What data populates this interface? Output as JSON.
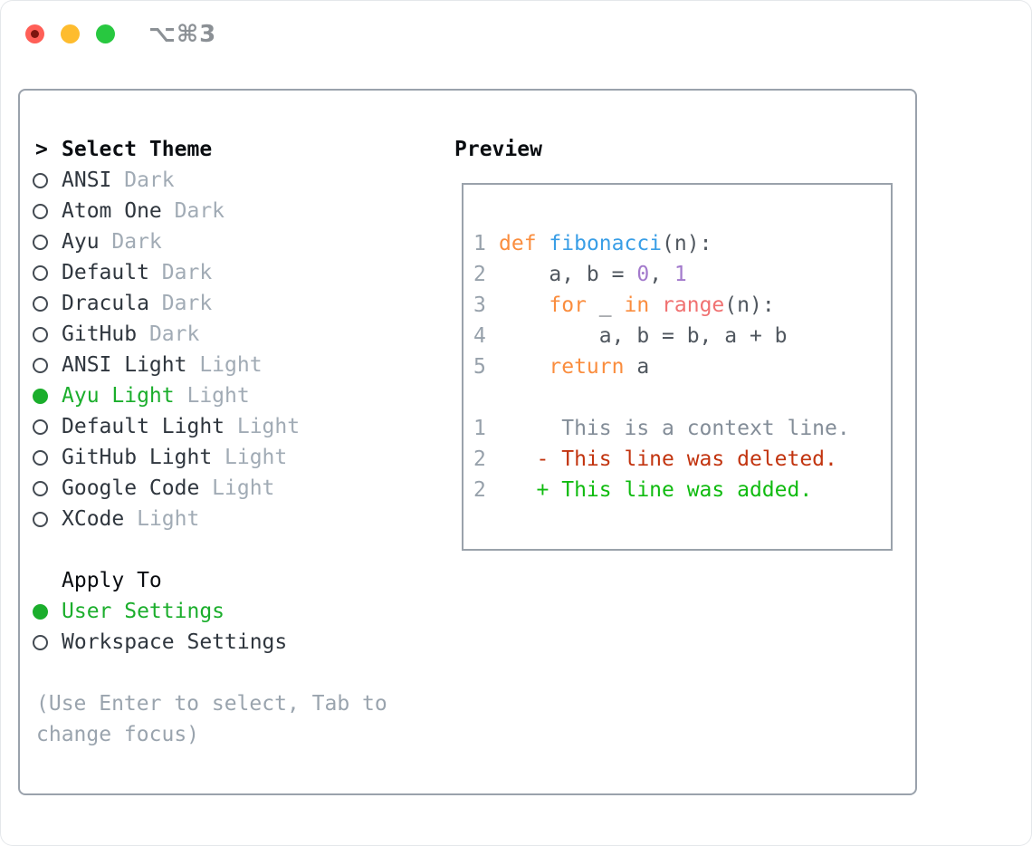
{
  "window": {
    "shortcut": "⌥⌘3"
  },
  "colors": {
    "accent_green": "#1bae2c",
    "panel_border": "#9aa2ac",
    "heading_text": "#0a0d11",
    "list_text": "#2f363e",
    "muted_suffix": "#a1abb5",
    "hint_text": "#9aa4ae",
    "line_number": "#97a1ab",
    "code_plain": "#50575f",
    "keyword_orange": "#fa8d3e",
    "function_blue": "#399ee6",
    "number_purple": "#a37acc",
    "builtin_pink": "#f07171",
    "context_gray": "#838d98",
    "deleted_red": "#c2340f",
    "added_green": "#10bb10",
    "traffic_red": "#ff5f57",
    "traffic_yellow": "#febc2e",
    "traffic_green": "#28c840"
  },
  "theme_panel": {
    "prompt": ">",
    "title": "Select Theme",
    "themes": [
      {
        "name": "ANSI",
        "variant": "Dark",
        "selected": false
      },
      {
        "name": "Atom One",
        "variant": "Dark",
        "selected": false
      },
      {
        "name": "Ayu",
        "variant": "Dark",
        "selected": false
      },
      {
        "name": "Default",
        "variant": "Dark",
        "selected": false
      },
      {
        "name": "Dracula",
        "variant": "Dark",
        "selected": false
      },
      {
        "name": "GitHub",
        "variant": "Dark",
        "selected": false
      },
      {
        "name": "ANSI Light",
        "variant": "Light",
        "selected": false
      },
      {
        "name": "Ayu Light",
        "variant": "Light",
        "selected": true
      },
      {
        "name": "Default Light",
        "variant": "Light",
        "selected": false
      },
      {
        "name": "GitHub Light",
        "variant": "Light",
        "selected": false
      },
      {
        "name": "Google Code",
        "variant": "Light",
        "selected": false
      },
      {
        "name": "XCode",
        "variant": "Light",
        "selected": false
      }
    ],
    "apply_to": {
      "title": "Apply To",
      "options": [
        {
          "label": "User Settings",
          "selected": true
        },
        {
          "label": "Workspace Settings",
          "selected": false
        }
      ]
    },
    "hint_line1": "(Use Enter to select, Tab to",
    "hint_line2": "change focus)"
  },
  "preview": {
    "title": "Preview",
    "code_lines": [
      {
        "number": "1",
        "segments": [
          {
            "text": "def",
            "token": "keyword"
          },
          {
            "text": " ",
            "token": "plain"
          },
          {
            "text": "fibonacci",
            "token": "function"
          },
          {
            "text": "(n):",
            "token": "plain"
          }
        ]
      },
      {
        "number": "2",
        "segments": [
          {
            "text": "    a, b = ",
            "token": "plain"
          },
          {
            "text": "0",
            "token": "number"
          },
          {
            "text": ", ",
            "token": "plain"
          },
          {
            "text": "1",
            "token": "number"
          }
        ]
      },
      {
        "number": "3",
        "segments": [
          {
            "text": "    ",
            "token": "plain"
          },
          {
            "text": "for",
            "token": "keyword"
          },
          {
            "text": " _ ",
            "token": "plain"
          },
          {
            "text": "in",
            "token": "keyword"
          },
          {
            "text": " ",
            "token": "plain"
          },
          {
            "text": "range",
            "token": "builtin"
          },
          {
            "text": "(n):",
            "token": "plain"
          }
        ]
      },
      {
        "number": "4",
        "segments": [
          {
            "text": "        a, b = b, a + b",
            "token": "plain"
          }
        ]
      },
      {
        "number": "5",
        "segments": [
          {
            "text": "    ",
            "token": "plain"
          },
          {
            "text": "return",
            "token": "keyword"
          },
          {
            "text": " a",
            "token": "plain"
          }
        ]
      },
      {
        "number": "",
        "segments": []
      },
      {
        "number": "1",
        "segments": [
          {
            "text": "     This is a context line.",
            "token": "context"
          }
        ]
      },
      {
        "number": "2",
        "segments": [
          {
            "text": "   - This line was deleted.",
            "token": "deleted"
          }
        ]
      },
      {
        "number": "2",
        "segments": [
          {
            "text": "   + This line was added.",
            "token": "added"
          }
        ]
      }
    ]
  }
}
